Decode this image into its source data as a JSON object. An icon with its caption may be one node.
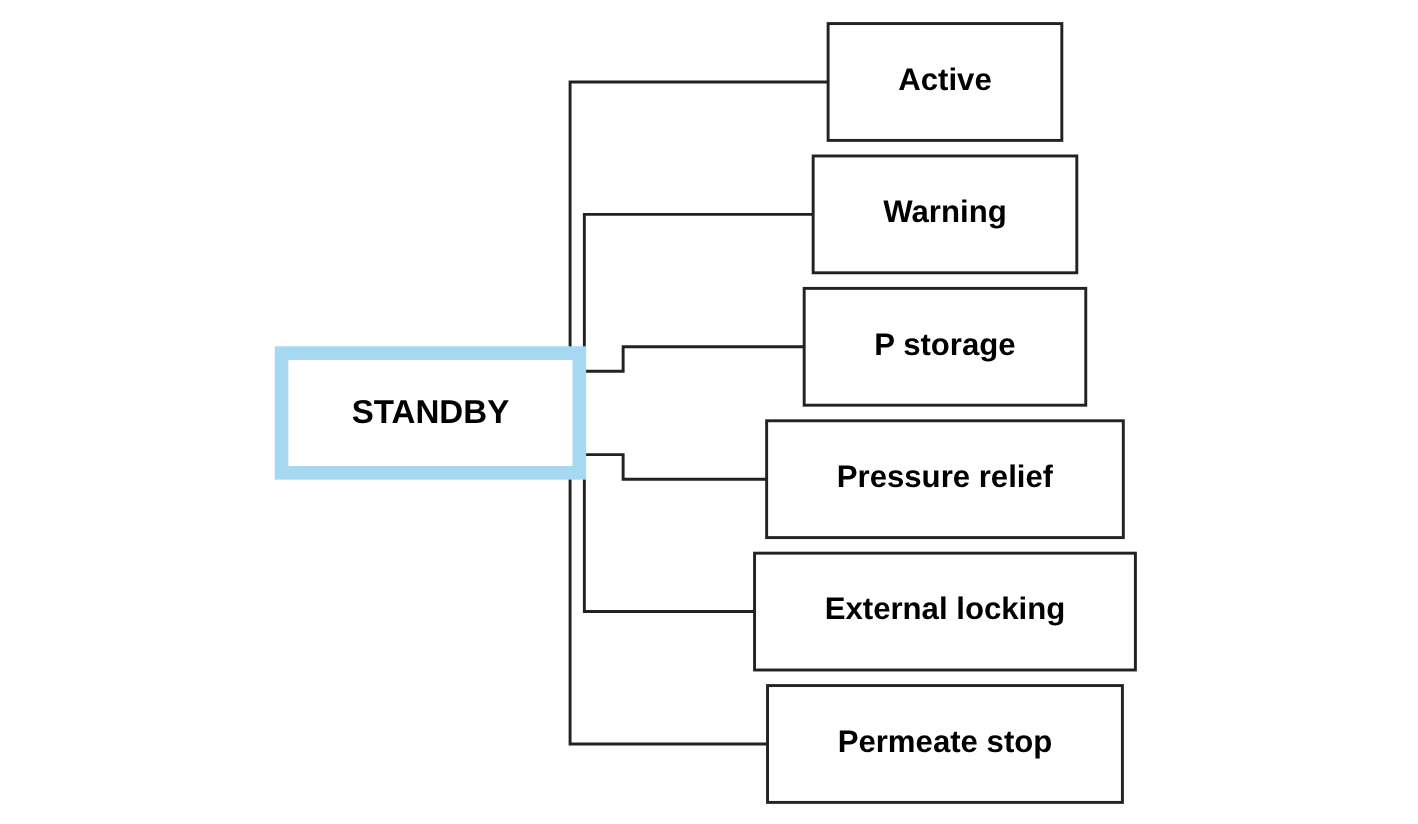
{
  "diagram": {
    "nodes": [
      {
        "text": [
          "STANDBY"
        ]
      },
      {
        "text": [
          "Active"
        ]
      },
      {
        "text": [
          "Warning"
        ]
      },
      {
        "text": [
          "P storage"
        ]
      },
      {
        "text": [
          "Pressure relief"
        ]
      },
      {
        "text": [
          "External locking"
        ]
      },
      {
        "text": [
          "Permeate stop"
        ]
      }
    ],
    "edges": [
      {
        "from": 0,
        "to": 1,
        "arrow": "none"
      },
      {
        "from": 0,
        "to": 2,
        "arrow": "none"
      },
      {
        "from": 0,
        "to": 3,
        "arrow": "none"
      },
      {
        "from": 0,
        "to": 4,
        "arrow": "none"
      },
      {
        "from": 0,
        "to": 5,
        "arrow": "none"
      },
      {
        "from": 0,
        "to": 6,
        "arrow": "none"
      }
    ]
  }
}
